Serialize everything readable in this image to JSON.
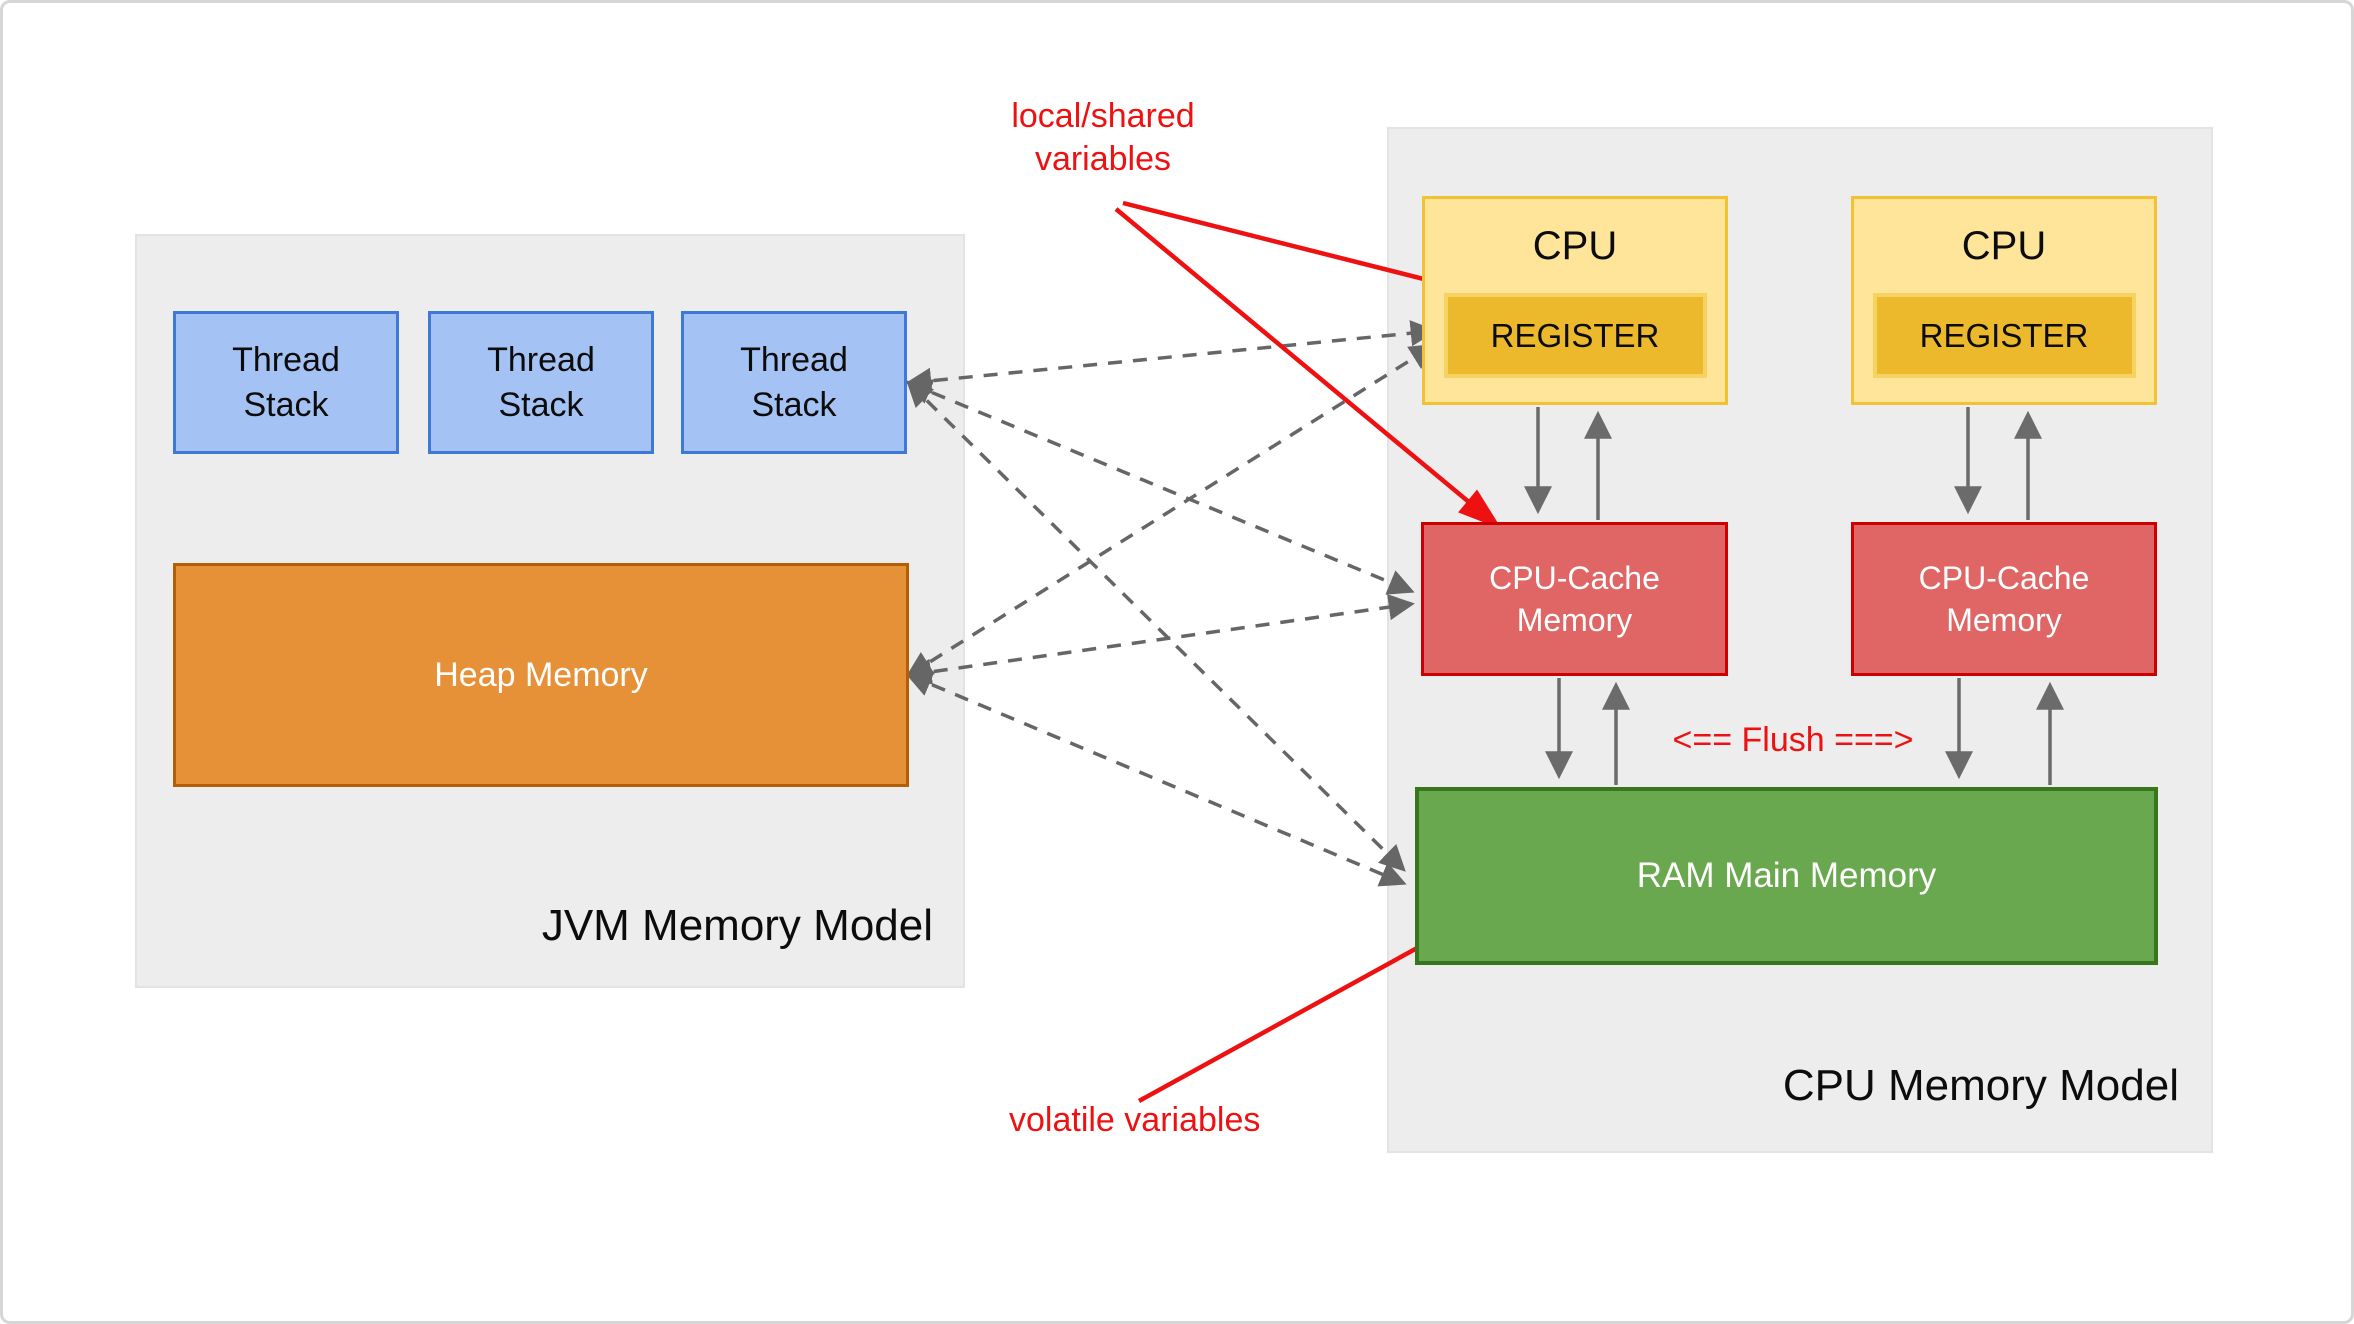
{
  "jvm": {
    "title": "JVM Memory Model",
    "thread_stacks": [
      "Thread Stack",
      "Thread Stack",
      "Thread Stack"
    ],
    "heap_label": "Heap Memory"
  },
  "cpu_model": {
    "title": "CPU Memory Model",
    "cpus": [
      {
        "label": "CPU",
        "register_label": "REGISTER"
      },
      {
        "label": "CPU",
        "register_label": "REGISTER"
      }
    ],
    "cache_labels": [
      "CPU-Cache Memory",
      "CPU-Cache Memory"
    ],
    "ram_label": "RAM Main Memory",
    "flush_label": "<== Flush ===>"
  },
  "annotations": {
    "local_shared_label": "local/shared variables",
    "volatile_label": "volatile variables"
  },
  "colors": {
    "annotation_red": "#EE1111",
    "connector_gray": "#666666",
    "thread_stack_fill": "#A4C2F4",
    "thread_stack_border": "#3E78D8",
    "heap_fill": "#E69138",
    "heap_border": "#B45F06",
    "cpu_fill": "#FFE599",
    "cpu_border": "#F1C232",
    "register_fill": "#ECB92C",
    "register_border": "#F6D263",
    "cache_fill": "#E06666",
    "cache_border": "#CC0000",
    "ram_fill": "#6AA84F",
    "ram_border": "#38761D",
    "container_fill": "#EDEDED"
  }
}
